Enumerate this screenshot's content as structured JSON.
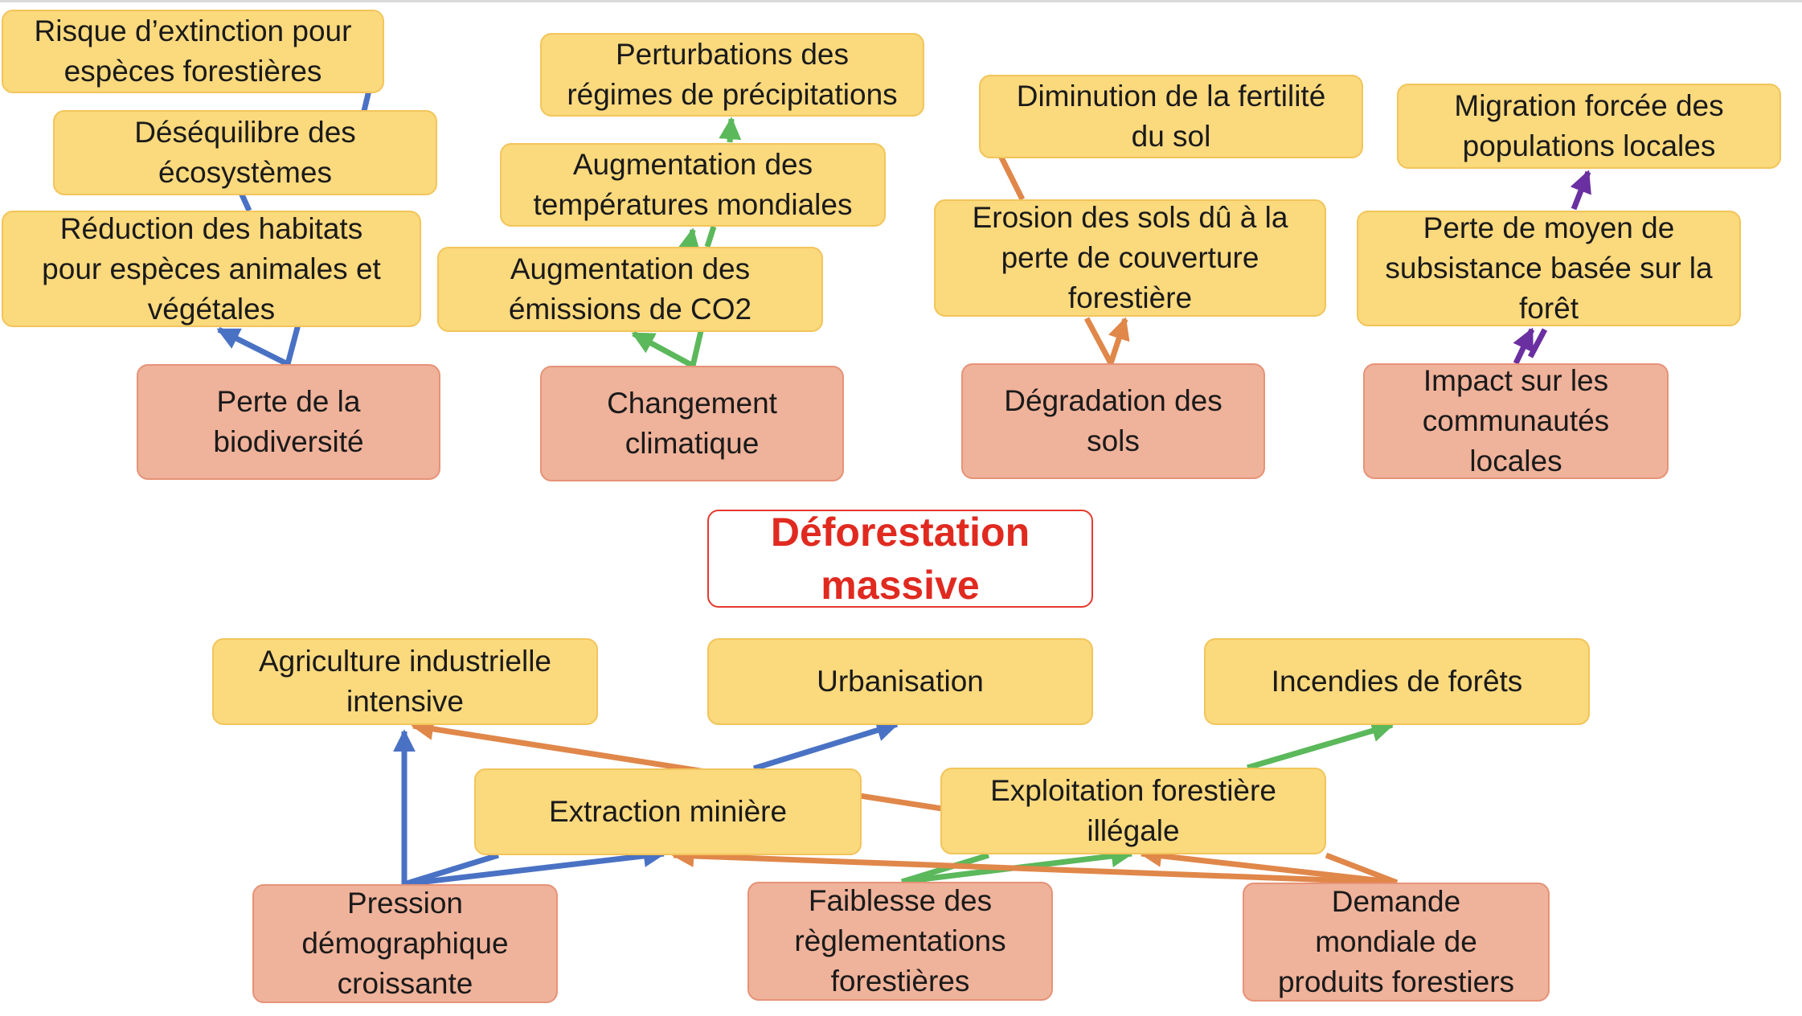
{
  "title": "Déforestation\nmassive",
  "boxes": {
    "risque": "Risque d’extinction pour\nespèces forestières",
    "desequilibre": "Déséquilibre des\nécosystèmes",
    "reduction": "Réduction des habitats\npour espèces animales et\nvégétales",
    "perte_bio": "Perte de la\nbiodiversité",
    "perturbations": "Perturbations des\nrégimes de précipitations",
    "aug_temp": "Augmentation des\ntempératures mondiales",
    "aug_co2": "Augmentation des\némissions de CO2",
    "changement": "Changement\nclimatique",
    "fertilite": "Diminution de la fertilité\ndu sol",
    "erosion": "Erosion des sols dû à la\nperte de couverture\nforestière",
    "degradation": "Dégradation des\nsols",
    "migration": "Migration forcée des\npopulations locales",
    "perte_moyen": "Perte de moyen de\nsubsistance basée sur la\nforêt",
    "impact": "Impact sur les\ncommunautés\nlocales",
    "agriculture": "Agriculture industrielle\nintensive",
    "urbanisation": "Urbanisation",
    "incendies": "Incendies de forêts",
    "extraction": "Extraction minière",
    "exploitation": "Exploitation forestière\nillégale",
    "pression": "Pression\ndémographique\ncroissante",
    "faiblesse": "Faiblesse des\nrèglementations\nforestières",
    "demande": "Demande\nmondiale de\nproduits forestiers"
  },
  "colors": {
    "effect_box": "#fbd97d",
    "root_box": "#efb29a",
    "title_text": "#e02a20",
    "blue_arrow": "#4a72c4",
    "green_arrow": "#5bb85b",
    "orange_arrow": "#e0874a",
    "purple_arrow": "#6a2fa0"
  }
}
